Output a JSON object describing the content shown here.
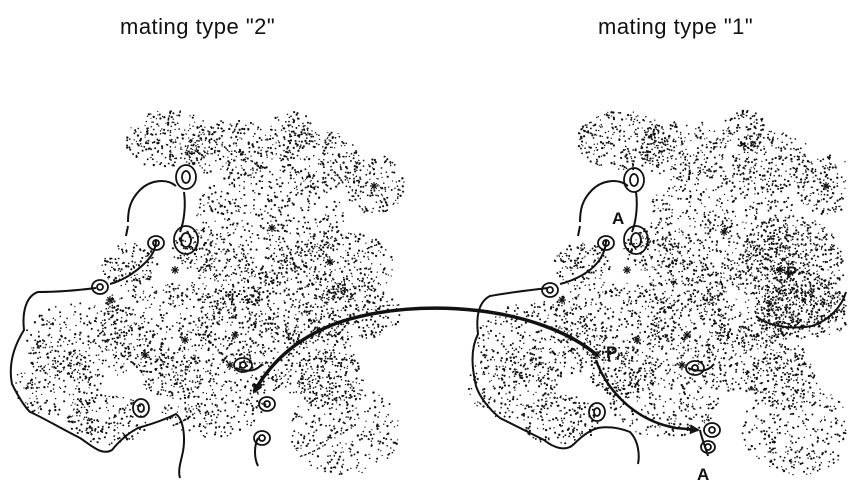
{
  "panels": {
    "left": {
      "title": "mating type \"2\""
    },
    "right": {
      "title": "mating type \"1\"",
      "labels": {
        "a_upper": "A",
        "a_lower": "A",
        "p_center": "P",
        "p_upper_right": "P"
      }
    }
  },
  "ink_color": "#111111",
  "icons": {
    "arrow": "curved-arrow-icon",
    "cell_body": "hyphal-cell-outline",
    "nucleus": "nucleus-star",
    "ring": "conjugation-ring"
  }
}
